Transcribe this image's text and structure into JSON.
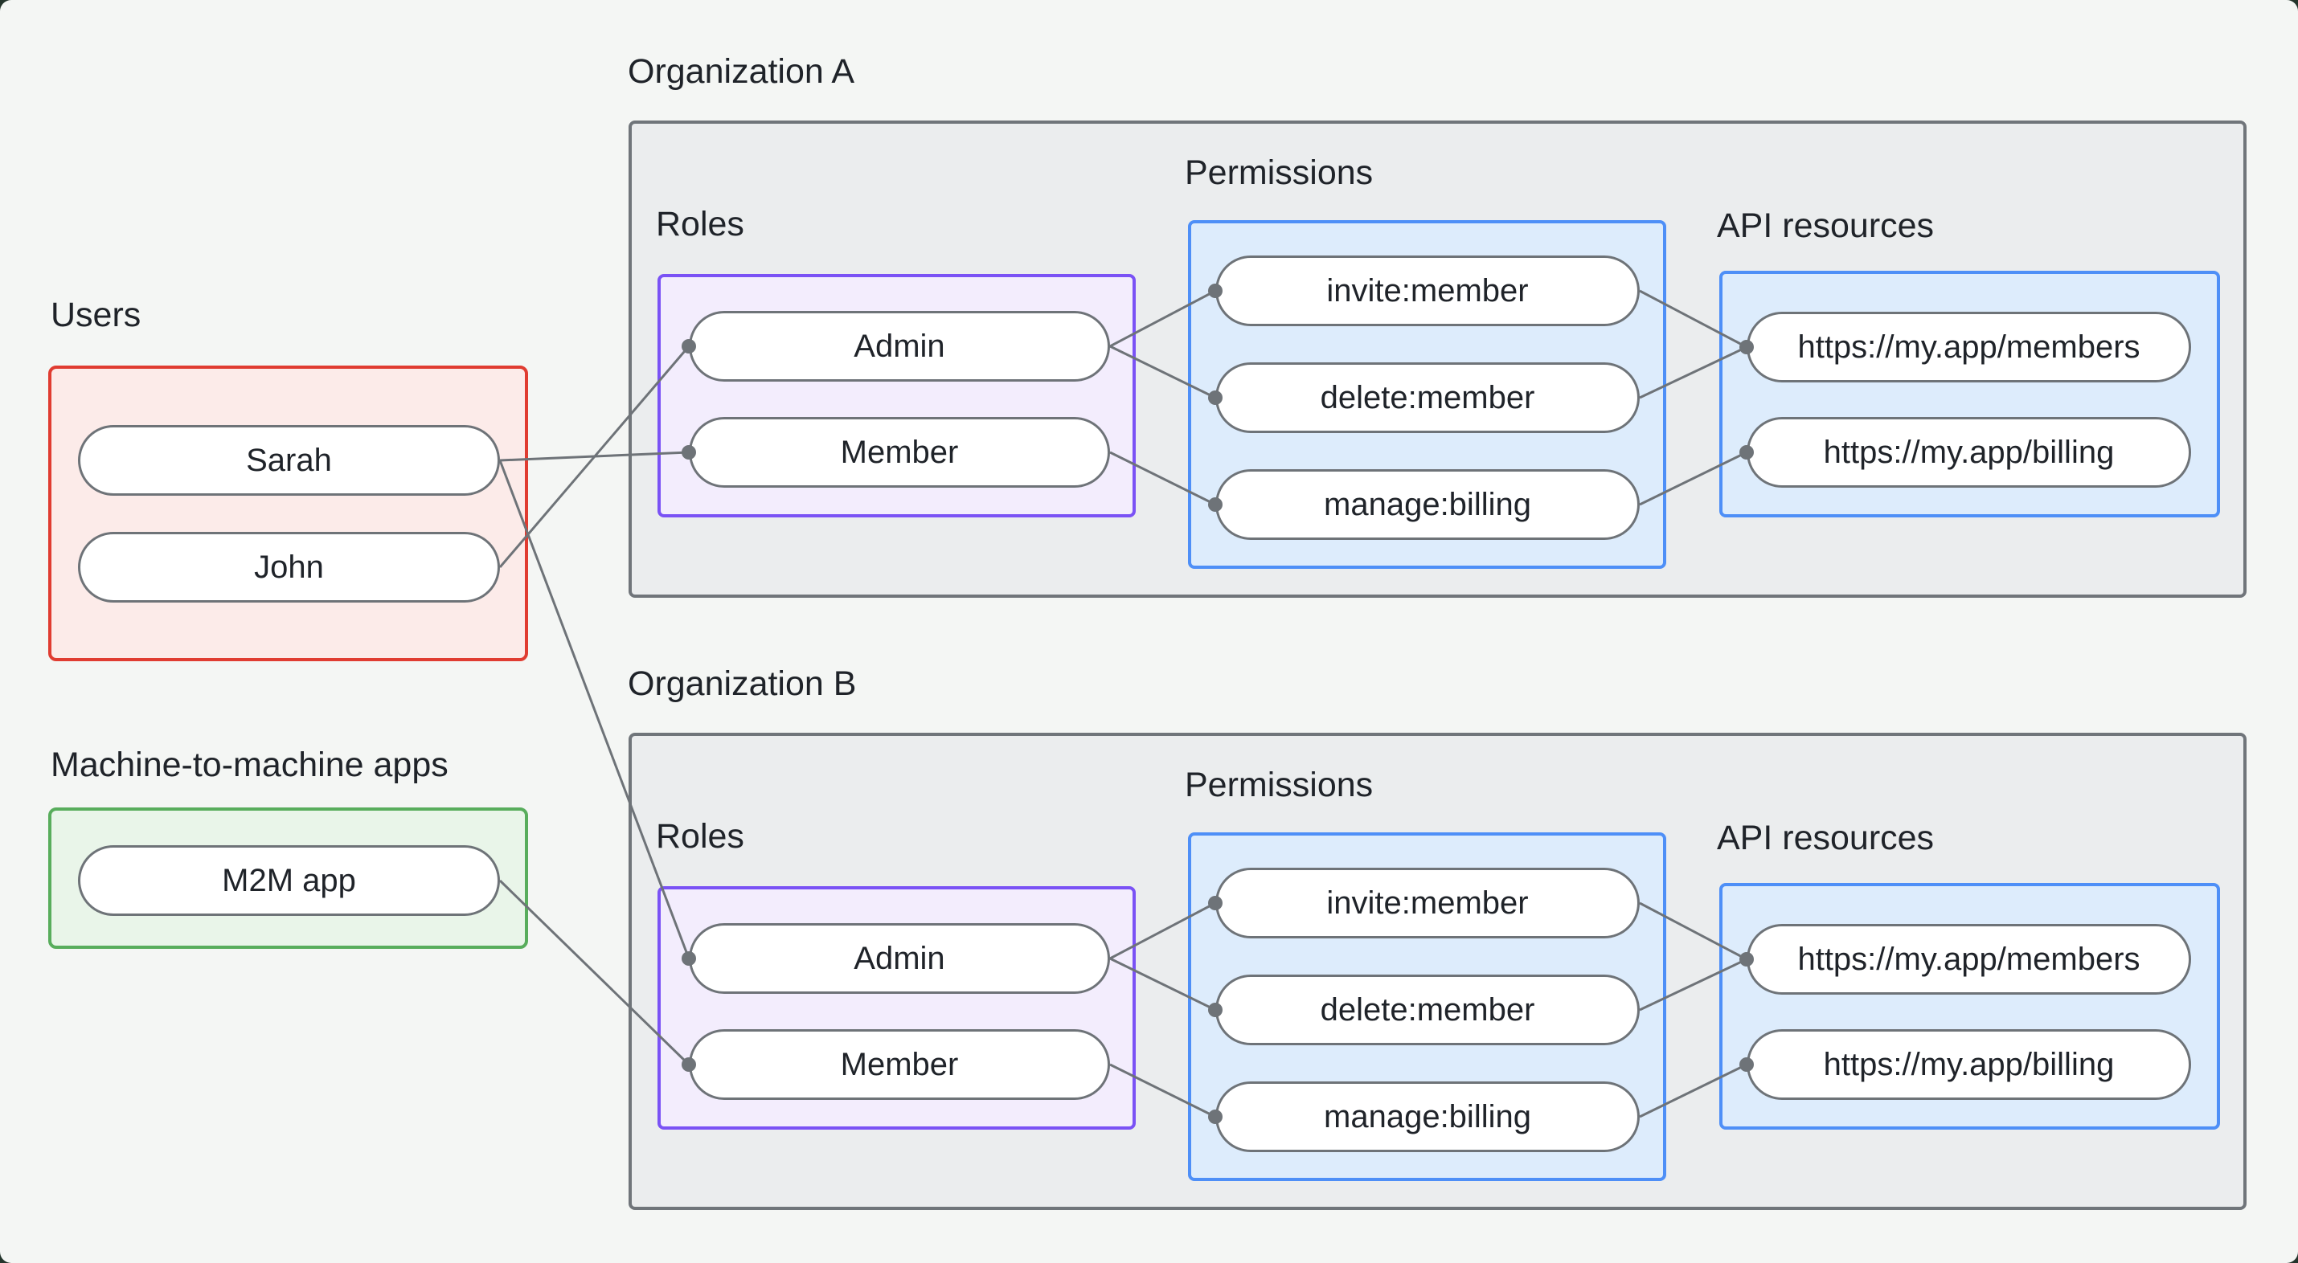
{
  "page": {
    "background": "#f4f6f4",
    "frame_background": "#24352c"
  },
  "colors": {
    "users_border": "#e03c31",
    "users_fill": "#fcebe9",
    "m2m_border": "#58ad5c",
    "m2m_fill": "#e9f5e9",
    "roles_border": "#7a52f5",
    "roles_fill": "#f3edfd",
    "blue_border": "#4e8ff7",
    "blue_fill": "#ddecfc",
    "org_border": "#70757a",
    "org_fill": "#ebedee",
    "node_border": "#6e7378",
    "edge_line": "#6e7378",
    "text": "#1f2329"
  },
  "users": {
    "label": "Users",
    "items": [
      "Sarah",
      "John"
    ]
  },
  "m2m": {
    "label": "Machine-to-machine apps",
    "items": [
      "M2M app"
    ]
  },
  "orgs": [
    {
      "label": "Organization A",
      "roles": {
        "label": "Roles",
        "items": [
          "Admin",
          "Member"
        ]
      },
      "permissions": {
        "label": "Permissions",
        "items": [
          "invite:member",
          "delete:member",
          "manage:billing"
        ]
      },
      "api": {
        "label": "API resources",
        "items": [
          "https://my.app/members",
          "https://my.app/billing"
        ]
      }
    },
    {
      "label": "Organization B",
      "roles": {
        "label": "Roles",
        "items": [
          "Admin",
          "Member"
        ]
      },
      "permissions": {
        "label": "Permissions",
        "items": [
          "invite:member",
          "delete:member",
          "manage:billing"
        ]
      },
      "api": {
        "label": "API resources",
        "items": [
          "https://my.app/members",
          "https://my.app/billing"
        ]
      }
    }
  ],
  "edges": [
    {
      "from": "Sarah",
      "to": "Organization A / Member"
    },
    {
      "from": "Sarah",
      "to": "Organization B / Admin"
    },
    {
      "from": "John",
      "to": "Organization A / Admin"
    },
    {
      "from": "M2M app",
      "to": "Organization B / Member"
    },
    {
      "from": "Organization A / Admin",
      "to": "Organization A / invite:member"
    },
    {
      "from": "Organization A / Admin",
      "to": "Organization A / delete:member"
    },
    {
      "from": "Organization A / Member",
      "to": "Organization A / manage:billing"
    },
    {
      "from": "Organization A / invite:member",
      "to": "Organization A / https://my.app/members"
    },
    {
      "from": "Organization A / delete:member",
      "to": "Organization A / https://my.app/members"
    },
    {
      "from": "Organization A / manage:billing",
      "to": "Organization A / https://my.app/billing"
    },
    {
      "from": "Organization B / Admin",
      "to": "Organization B / invite:member"
    },
    {
      "from": "Organization B / Admin",
      "to": "Organization B / delete:member"
    },
    {
      "from": "Organization B / Member",
      "to": "Organization B / manage:billing"
    },
    {
      "from": "Organization B / invite:member",
      "to": "Organization B / https://my.app/members"
    },
    {
      "from": "Organization B / delete:member",
      "to": "Organization B / https://my.app/members"
    },
    {
      "from": "Organization B / manage:billing",
      "to": "Organization B / https://my.app/billing"
    }
  ]
}
